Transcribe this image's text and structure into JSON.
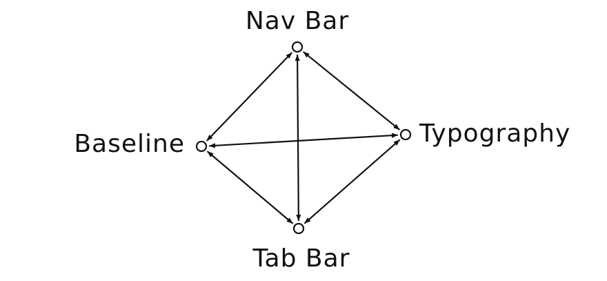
{
  "diagram": {
    "nodes": [
      {
        "id": "nav",
        "label": "Nav Bar"
      },
      {
        "id": "baseline",
        "label": "Baseline"
      },
      {
        "id": "typography",
        "label": "Typography"
      },
      {
        "id": "tab",
        "label": "Tab Bar"
      }
    ],
    "edges": [
      {
        "from": "nav",
        "to": "baseline",
        "direction": "both"
      },
      {
        "from": "nav",
        "to": "typography",
        "direction": "both"
      },
      {
        "from": "nav",
        "to": "tab",
        "direction": "both"
      },
      {
        "from": "baseline",
        "to": "typography",
        "direction": "both"
      },
      {
        "from": "baseline",
        "to": "tab",
        "direction": "both"
      },
      {
        "from": "typography",
        "to": "tab",
        "direction": "both"
      }
    ],
    "colors": {
      "ink": "#111111",
      "background": "#ffffff"
    }
  }
}
